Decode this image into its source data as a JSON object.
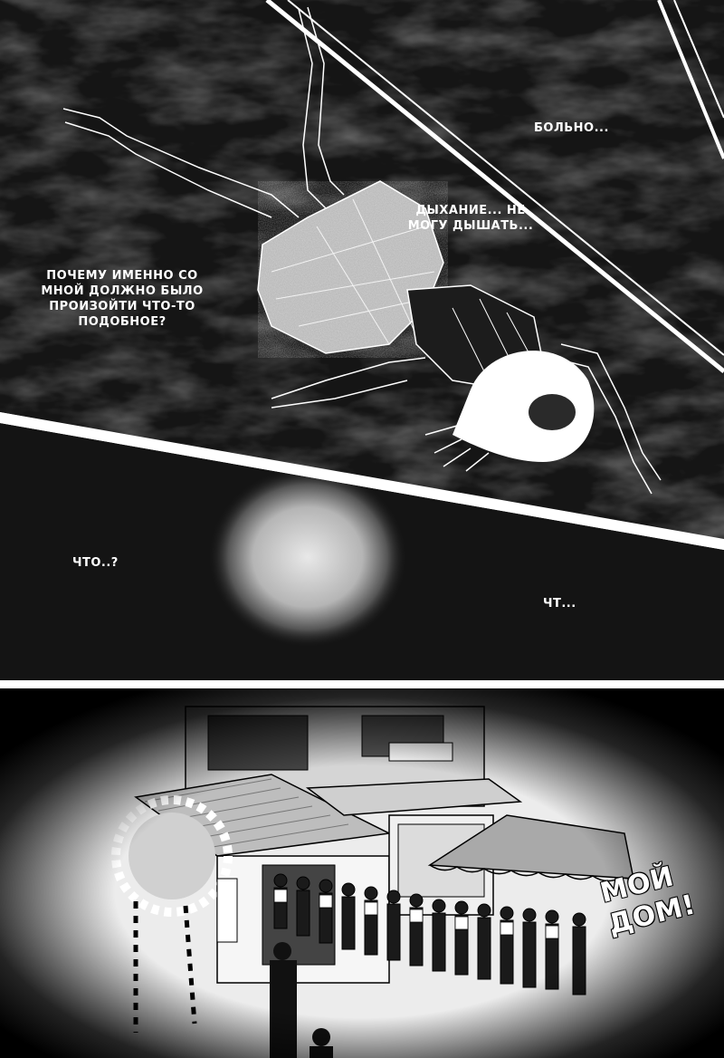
{
  "panels": {
    "top": {
      "captions": {
        "pain": "БОЛЬНО...",
        "breath": "ДЫХАНИЕ... НЕ\nМОГУ ДЫШАТЬ...",
        "why": "ПОЧЕМУ ИМЕННО СО\nМНОЙ ДОЛЖНО БЫЛО\nПРОИЗОЙТИ ЧТО-ТО\nПОДОБНОЕ?"
      }
    },
    "middle": {
      "captions": {
        "what": "ЧТО..?",
        "wha": "ЧТ..."
      }
    },
    "bottom": {
      "sfx": {
        "home": "МОЙ\nДОМ!"
      }
    }
  },
  "colors": {
    "panel_dark": "#141414",
    "gutter": "#ffffff",
    "ink": "#000000"
  }
}
